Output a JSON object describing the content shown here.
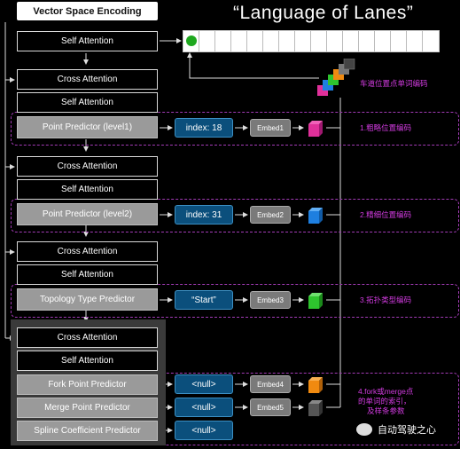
{
  "header": {
    "encoding_title": "Vector Space Encoding",
    "lang_title": "“Language of Lanes”"
  },
  "stack": {
    "self_attention_top": "Self Attention",
    "cross_attention": "Cross Attention",
    "self_attention": "Self Attention",
    "point_predictor_l1": "Point Predictor (level1)",
    "point_predictor_l2": "Point Predictor (level2)",
    "topology_predictor": "Topology Type Predictor",
    "fork_predictor": "Fork Point Predictor",
    "merge_predictor": "Merge Point Predictor",
    "spline_predictor": "Spline Coefficient Predictor"
  },
  "values": {
    "index1": "index: 18",
    "index2": "index: 31",
    "start": "“Start”",
    "null1": "<null>",
    "null2": "<null>",
    "null3": "<null>"
  },
  "embeds": {
    "e1": "Embed1",
    "e2": "Embed2",
    "e3": "Embed3",
    "e4": "Embed4",
    "e5": "Embed5"
  },
  "annotations": {
    "word_encoding": "车道位置点单词编码",
    "a1": "1.粗略位置编码",
    "a2": "2.精细位置编码",
    "a3": "3.拓扑类型编码",
    "a4_1": "4.fork或merge点",
    "a4_2": "的单词的索引，",
    "a4_3": "及样条参数"
  },
  "colors": {
    "cube_pink": "#e0309a",
    "cube_blue": "#1e7fe0",
    "cube_green": "#2ec42e",
    "cube_orange": "#f08a10",
    "cube_dark": "#555555"
  },
  "watermark": "自动驾驶之心"
}
